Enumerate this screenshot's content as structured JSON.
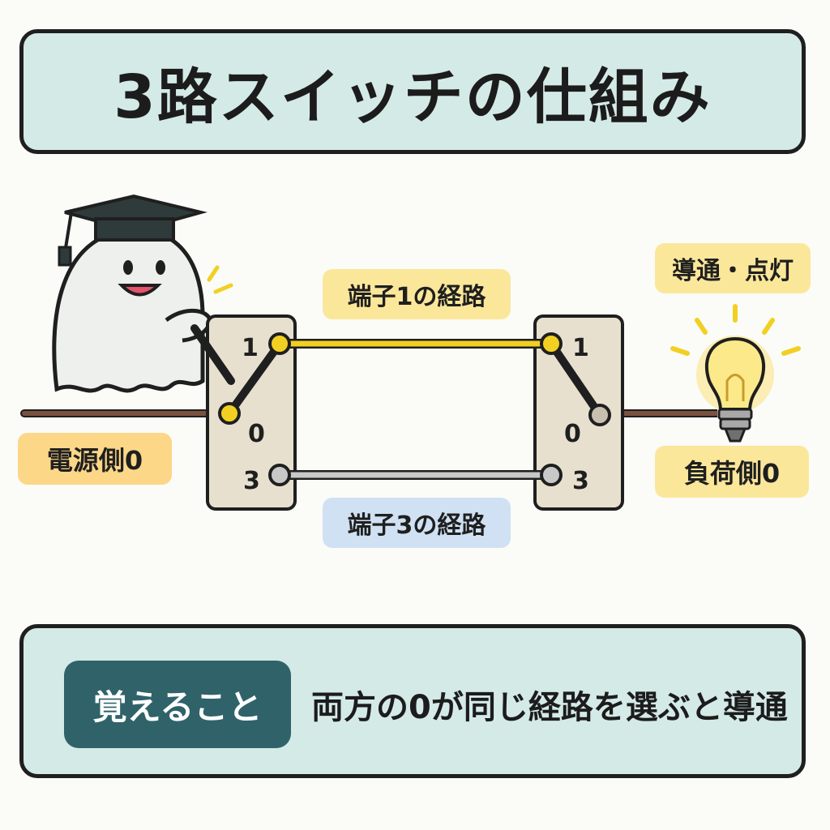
{
  "title": "3路スイッチの仕組み",
  "labels": {
    "path1": "端子1の経路",
    "path3": "端子3の経路",
    "power_side": "電源側0",
    "load_side": "負荷側0",
    "status": "導通・点灯"
  },
  "left_switch": {
    "t1": "1",
    "t0": "0",
    "t3": "3"
  },
  "right_switch": {
    "t1": "1",
    "t0": "0",
    "t3": "3"
  },
  "memo": {
    "badge": "覚えること",
    "text": "両方の0が同じ経路を選ぶと導通"
  },
  "colors": {
    "path1": "#f2d022",
    "path3": "#b9b9b9",
    "wire": "#7a5240",
    "switch_plate": "#e8e0cf",
    "panel": "#d4eae7",
    "accent_dark": "#2f6369"
  },
  "icons": [
    "ghost-mascot",
    "graduation-cap-icon",
    "light-bulb-icon",
    "sparkle-icon"
  ]
}
